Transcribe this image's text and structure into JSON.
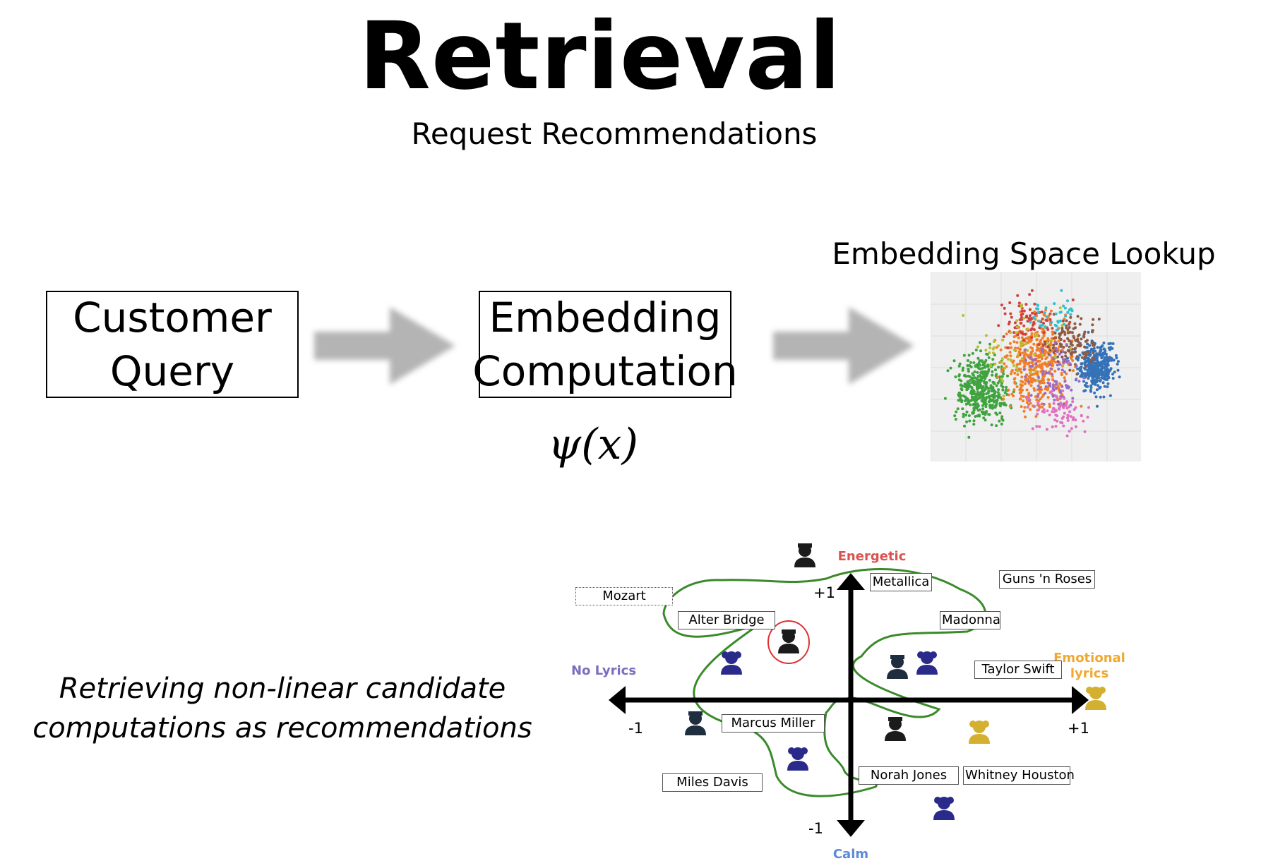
{
  "title": "Retrieval",
  "subtitle": "Request Recommendations",
  "pipeline": {
    "step1": {
      "line1": "Customer",
      "line2": "Query"
    },
    "step2": {
      "line1": "Embedding",
      "line2": "Computation"
    },
    "formula": "ψ(x)",
    "step3_label": "Embedding Space Lookup"
  },
  "caption": {
    "line1": "Retrieving non-linear candidate",
    "line2": "computations as recommendations"
  },
  "embedding_map": {
    "axes": {
      "top": "Energetic",
      "bottom": "Calm",
      "left": "No Lyrics",
      "right": "Emotional lyrics",
      "x_min": "-1",
      "x_max": "+1",
      "y_max": "+1",
      "y_min": "-1"
    },
    "artists": [
      "Mozart",
      "Alter Bridge",
      "Metallica",
      "Guns 'n Roses",
      "Madonna",
      "Taylor Swift",
      "Marcus Miller",
      "Miles Davis",
      "Norah Jones",
      "Whitney Houston"
    ],
    "colors": {
      "energetic": "#d9534f",
      "calm": "#5b8bd6",
      "no_lyrics": "#7a6fc0",
      "emotional": "#f0a830",
      "boundary": "#3a8a2a",
      "highlight": "#e03030",
      "user_navy": "#2a2a8a",
      "user_dark": "#1e2e3e",
      "user_gold": "#d4b030"
    }
  }
}
